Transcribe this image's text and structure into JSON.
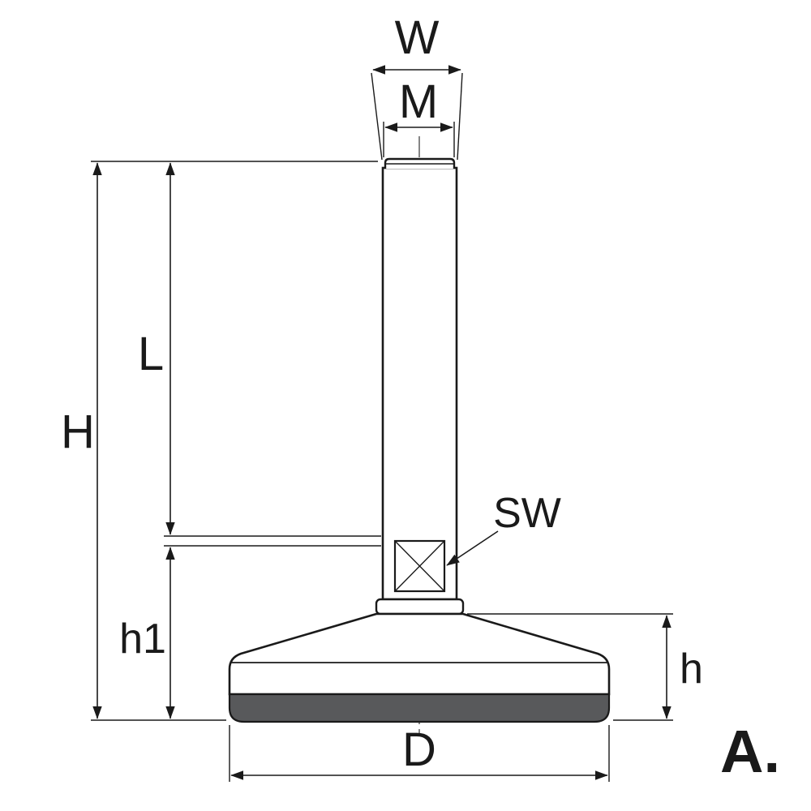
{
  "drawing": {
    "labels": {
      "W": "W",
      "M": "M",
      "L": "L",
      "H": "H",
      "h1": "h1",
      "SW": "SW",
      "h": "h",
      "D": "D"
    },
    "corner_mark": "A.",
    "colors": {
      "line": "#1a1a1a",
      "pad_fill": "#58595b",
      "corner_mark": "#9b9b9b",
      "background": "#ffffff"
    }
  }
}
